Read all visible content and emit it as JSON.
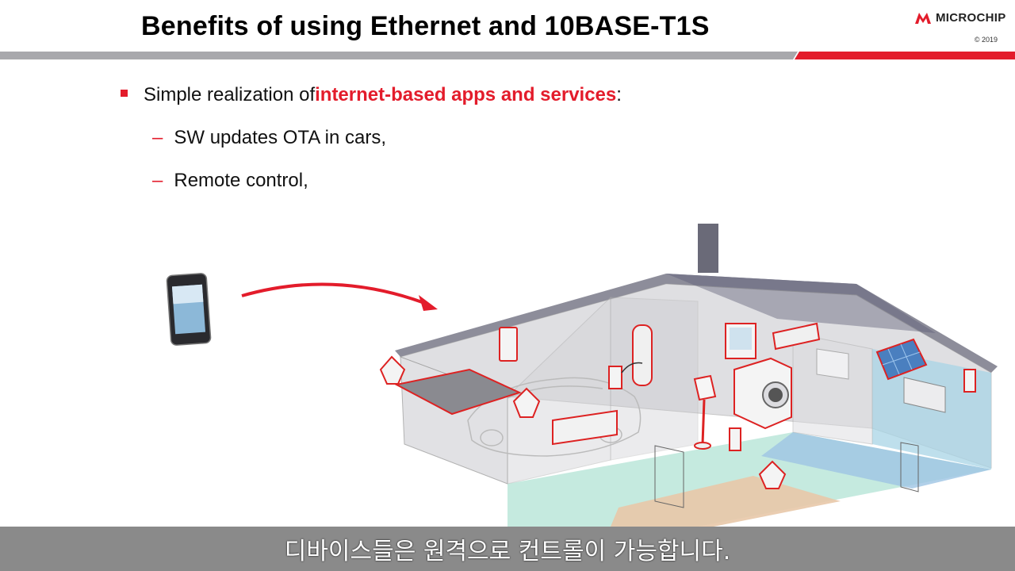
{
  "slide": {
    "title": "Benefits of using Ethernet and 10BASE-T1S",
    "logo_text": "MICROCHIP",
    "copyright": "© 2019"
  },
  "bullets": {
    "main_prefix": "Simple realization of ",
    "main_highlight": "internet-based apps and services",
    "main_suffix": ":",
    "sub_items": [
      {
        "dash": "–",
        "text": "SW updates OTA in cars,"
      },
      {
        "dash": "–",
        "text": "Remote control,"
      }
    ]
  },
  "subtitle": "디바이스들은 원격으로 컨트롤이 가능합니다.",
  "colors": {
    "accent_red": "#e31c2b",
    "header_gray": "#a8a8ac",
    "subtitle_bg": "#8a8a8a"
  }
}
